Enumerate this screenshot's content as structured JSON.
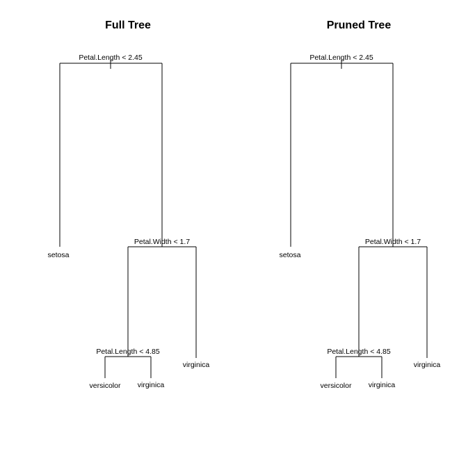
{
  "panels": [
    {
      "title": "Full Tree",
      "splits": {
        "root": "Petal.Length < 2.45",
        "right": "Petal.Width < 1.7",
        "right_left": "Petal.Length < 4.85"
      },
      "leaves": {
        "left": "setosa",
        "right_right": "virginica",
        "right_left_left": "versicolor",
        "right_left_right": "virginica"
      }
    },
    {
      "title": "Pruned Tree",
      "splits": {
        "root": "Petal.Length < 2.45",
        "right": "Petal.Width < 1.7",
        "right_left": "Petal.Length < 4.85"
      },
      "leaves": {
        "left": "setosa",
        "right_right": "virginica",
        "right_left_left": "versicolor",
        "right_left_right": "virginica"
      }
    }
  ]
}
